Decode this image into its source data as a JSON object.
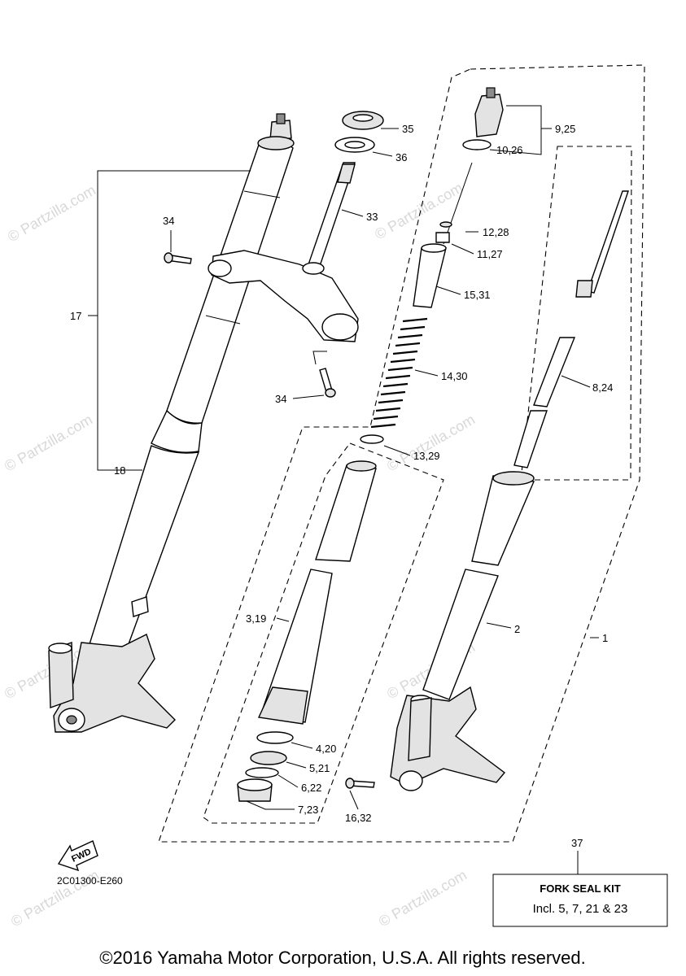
{
  "watermarks": [
    "© Partzilla.com"
  ],
  "labels": {
    "p35": "35",
    "p36": "36",
    "p33": "33",
    "p34a": "34",
    "p34b": "34",
    "p17": "17",
    "p18": "18",
    "p9": "9,25",
    "p10": "10,26",
    "p12": "12,28",
    "p11": "11,27",
    "p15": "15,31",
    "p14": "14,30",
    "p13": "13,29",
    "p8": "8,24",
    "p3": "3,19",
    "p2": "2",
    "p1": "1",
    "p4": "4,20",
    "p5": "5,21",
    "p6": "6,22",
    "p7": "7,23",
    "p16": "16,32",
    "p37": "37"
  },
  "fwd": "FWD",
  "drawing_code": "2C01300-E260",
  "kit": {
    "title": "FORK SEAL KIT",
    "body": "Incl. 5, 7, 21 & 23"
  },
  "copyright": "©2016 Yamaha Motor Corporation, U.S.A. All rights reserved."
}
